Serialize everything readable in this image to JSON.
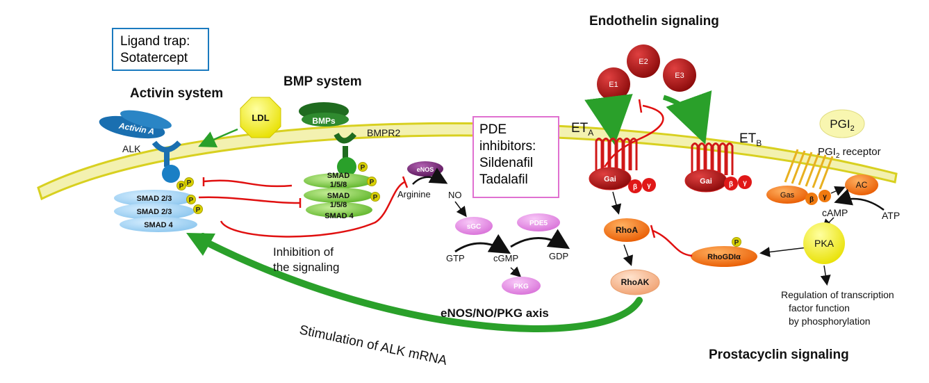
{
  "titles": {
    "activin_system": "Activin system",
    "bmp_system": "BMP system",
    "endothelin_signaling": "Endothelin signaling",
    "prostacyclin_signaling": "Prostacyclin signaling",
    "enos_axis": "eNOS/NO/PKG axis"
  },
  "ligand_trap": {
    "line1": "Ligand trap:",
    "line2": "Sotatercept"
  },
  "pde_box": {
    "line1": "PDE",
    "line2": "inhibitors:",
    "line3": "Sildenafil",
    "line4": "Tadalafil"
  },
  "labels": {
    "alk": "ALK",
    "activin_a": "Activin A",
    "ldl": "LDL",
    "bmps": "BMPs",
    "bmpr2": "BMPR2",
    "smad23_a": "SMAD 2/3",
    "smad23_b": "SMAD 2/3",
    "smad4_left": "SMAD 4",
    "smad158_a_1": "SMAD",
    "smad158_a_2": "1/5/8",
    "smad158_b_1": "SMAD",
    "smad158_b_2": "1/5/8",
    "smad4_right": "SMAD 4",
    "p": "P",
    "enos": "eNOS",
    "arginine": "Arginine",
    "no": "NO",
    "sgc": "sGC",
    "pde5": "PDE5",
    "gtp": "GTP",
    "cgmp": "cGMP",
    "gdp": "GDP",
    "pkg": "PKG",
    "inhibition_1": "Inhibition of",
    "inhibition_2": "the signaling",
    "stimulation": "Stimulation of ALK mRNA",
    "e1": "E1",
    "e2": "E2",
    "e3": "E3",
    "eta_main": "ET",
    "eta_sub": "A",
    "etb_main": "ET",
    "etb_sub": "B",
    "gai": "Gai",
    "beta": "β",
    "gamma": "γ",
    "rhoa": "RhoA",
    "rhoak": "RhoAK",
    "rhogdi": "RhoGDIα",
    "pgi2_main": "PGI",
    "pgi2_sub": "2",
    "pgi2_receptor_pre": "PGI",
    "pgi2_receptor_sub": "2",
    "pgi2_receptor_post": " receptor",
    "gas": "Gas",
    "ac": "AC",
    "camp": "cAMP",
    "atp": "ATP",
    "pka": "PKA",
    "regulation_1": "Regulation of transcription",
    "regulation_2": "factor function",
    "regulation_3": "by phosphorylation"
  },
  "colors": {
    "membrane_fill": "#f3f1b0",
    "membrane_line": "#d8d020",
    "activin_blue": "#1a6fb0",
    "smad_light_blue": "#9fd0f0",
    "bmp_dark_green": "#1f6b1f",
    "smad_green": "#7ccf3a",
    "phospho_yellow": "#d8d000",
    "ldl_yellow": "#e6d800",
    "enos_purple": "#7a2a7a",
    "sgc_pink": "#e080e0",
    "pde_box_border": "#e070d0",
    "ligand_box_border": "#1a7abf",
    "endothelin_red": "#b01010",
    "receptor_red": "#e01818",
    "rhoa_orange": "#f07010",
    "arrow_green": "#2aa02a",
    "inhibit_red": "#e01010",
    "pka_yellow": "#f0f000",
    "pgi2_yellow": "#f8f6b0",
    "gas_orange": "#f07a10"
  }
}
